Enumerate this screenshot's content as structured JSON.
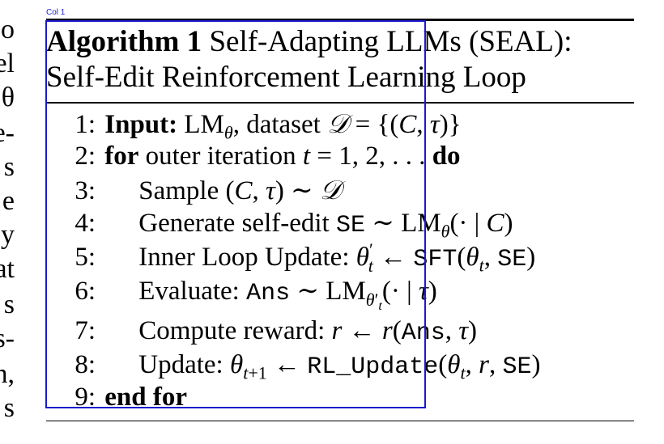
{
  "left_fragments": [
    "o",
    "el",
    "θ",
    "e-",
    "s",
    "e",
    "y",
    "at",
    "s",
    "s-",
    "n,",
    "s"
  ],
  "column_label": "Col 1",
  "algorithm": {
    "label": "Algorithm 1",
    "title_line1": "Self-Adapting LLMs (SEAL):",
    "title_line2": "Self-Edit Reinforcement Learning Loop",
    "lines": [
      {
        "num": "1:",
        "text": ""
      },
      {
        "num": "2:",
        "text": ""
      },
      {
        "num": "3:",
        "text": ""
      },
      {
        "num": "4:",
        "text": ""
      },
      {
        "num": "5:",
        "text": ""
      },
      {
        "num": "6:",
        "text": ""
      },
      {
        "num": "7:",
        "text": ""
      },
      {
        "num": "8:",
        "text": ""
      },
      {
        "num": "9:",
        "text": "end for"
      }
    ],
    "kw_input": "Input:",
    "kw_for": "for",
    "kw_do": "do",
    "l1_rest": "LM",
    "l1_rest2": ", dataset",
    "l2_rest": "outer iteration",
    "l3_text": "Sample",
    "l4_text": "Generate self-edit",
    "l5_text": "Inner Loop Update:",
    "l6_text": "Evaluate:",
    "l7_text": "Compute reward:",
    "l8_text": "Update:"
  }
}
